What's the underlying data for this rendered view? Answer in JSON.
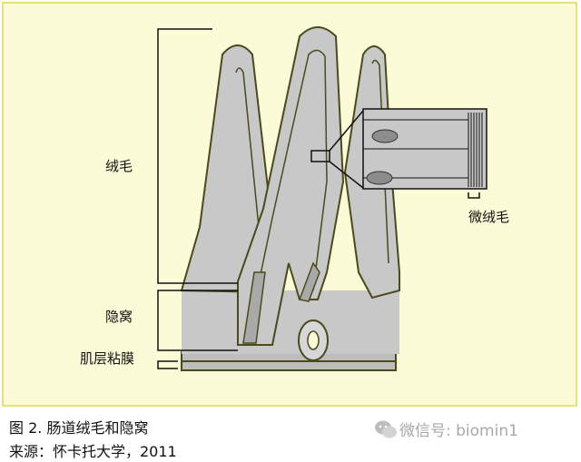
{
  "diagram": {
    "labels": {
      "villi": "绒毛",
      "crypts": "隐窝",
      "muscularis_mucosae": "肌层粘膜",
      "microvilli": "微绒毛"
    },
    "colors": {
      "background": "#fbfbd7",
      "border": "#e8e07a",
      "tissue_fill": "#c8c8c8",
      "outline": "#4a4a1c",
      "lumen": "#fbfbd7"
    }
  },
  "caption": {
    "title": "图 2. 肠道绒毛和隐窝",
    "source": "来源：怀卡托大学，2011"
  },
  "watermark": {
    "text": "微信号: biomin1",
    "icon": "wechat-icon"
  }
}
